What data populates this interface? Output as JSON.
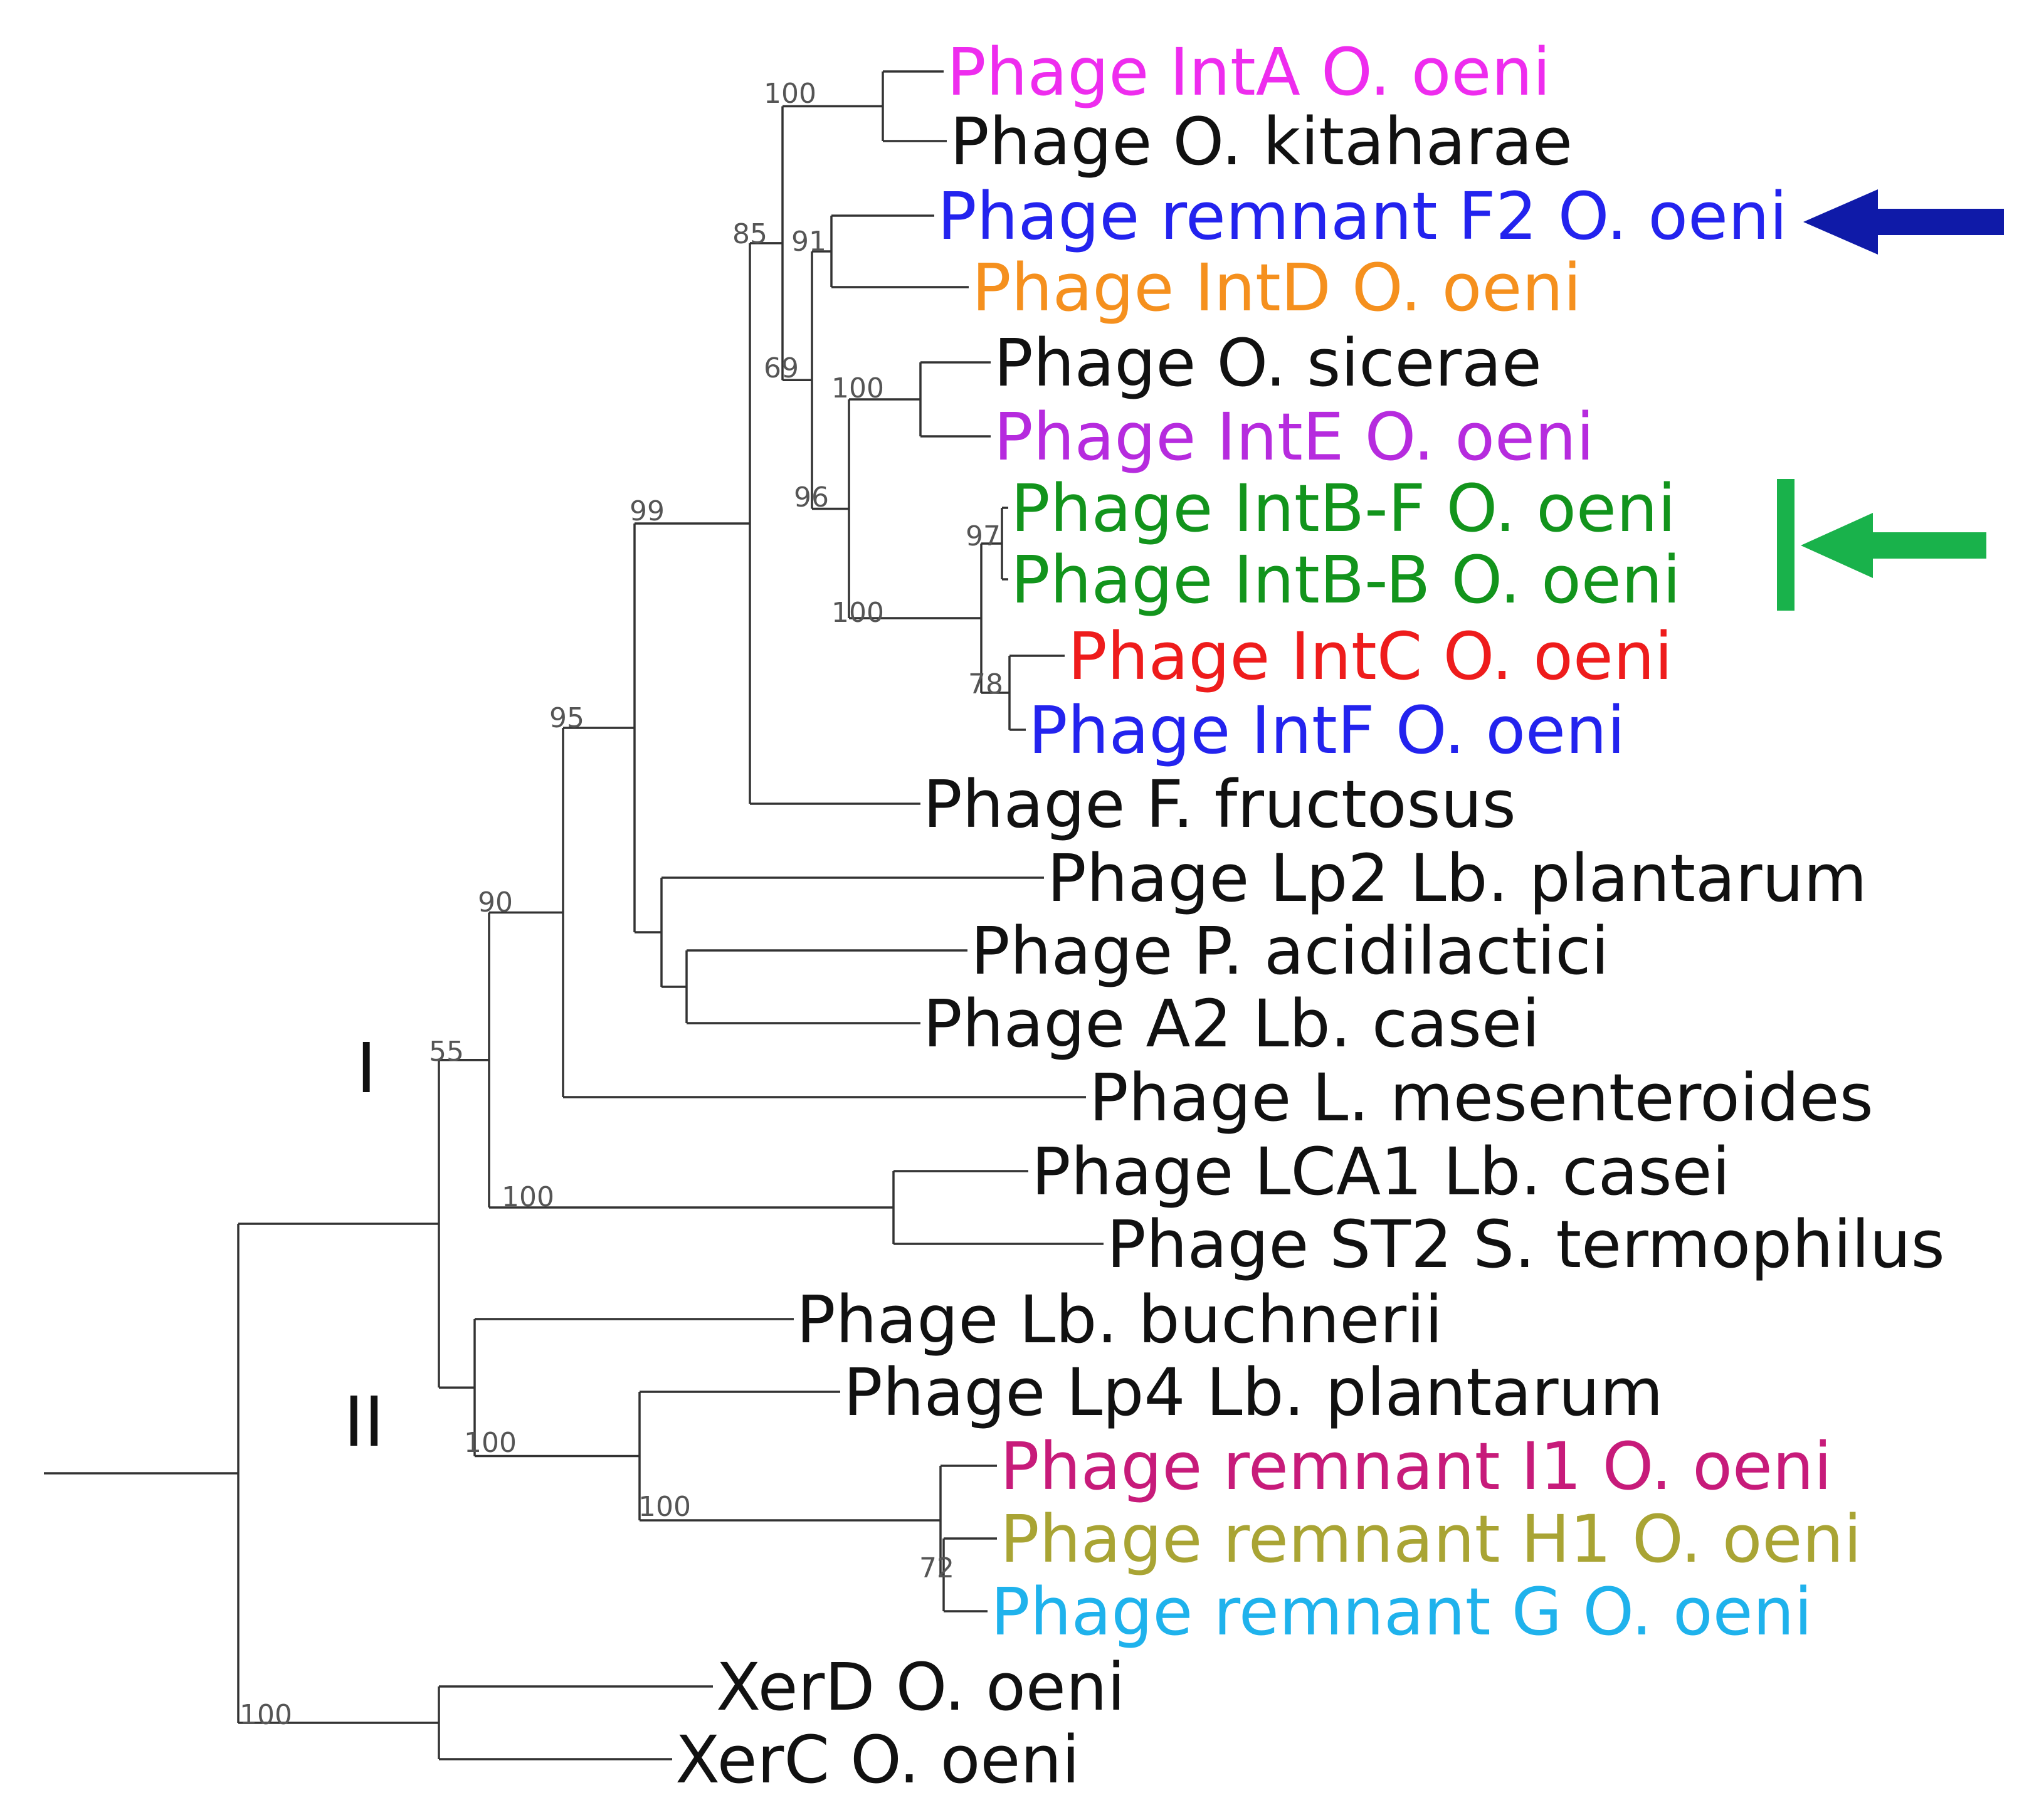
{
  "colors": {
    "branch": "#333333",
    "black": "#111111",
    "magenta": "#ee2cee",
    "blue": "#2323ee",
    "orange": "#f5901e",
    "purple": "#b62bde",
    "green": "#12941c",
    "red": "#ee1c1c",
    "crimson": "#c71b7a",
    "olive": "#a9a434",
    "cyan": "#1fb2ec",
    "arrow_blue": "#0f1aa8",
    "arrow_green": "#19b24b"
  },
  "leaves": [
    {
      "label": "Phage IntA O. oeni",
      "color": "magenta"
    },
    {
      "label": "Phage O. kitaharae",
      "color": "black"
    },
    {
      "label": "Phage remnant F2 O. oeni",
      "color": "blue"
    },
    {
      "label": "Phage IntD O. oeni",
      "color": "orange"
    },
    {
      "label": "Phage O. sicerae",
      "color": "black"
    },
    {
      "label": "Phage IntE O. oeni",
      "color": "purple"
    },
    {
      "label": "Phage IntB-F O. oeni",
      "color": "green"
    },
    {
      "label": "Phage IntB-B O. oeni",
      "color": "green"
    },
    {
      "label": "Phage IntC O. oeni",
      "color": "red"
    },
    {
      "label": "Phage IntF O. oeni",
      "color": "blue"
    },
    {
      "label": "Phage F. fructosus",
      "color": "black"
    },
    {
      "label": "Phage Lp2 Lb. plantarum",
      "color": "black"
    },
    {
      "label": "Phage P. acidilactici",
      "color": "black"
    },
    {
      "label": "Phage A2 Lb. casei",
      "color": "black"
    },
    {
      "label": "Phage L. mesenteroides",
      "color": "black"
    },
    {
      "label": "Phage LCA1 Lb. casei",
      "color": "black"
    },
    {
      "label": "Phage ST2 S. termophilus",
      "color": "black"
    },
    {
      "label": "Phage Lb. buchnerii",
      "color": "black"
    },
    {
      "label": "Phage Lp4 Lb. plantarum",
      "color": "black"
    },
    {
      "label": "Phage remnant I1 O. oeni",
      "color": "crimson"
    },
    {
      "label": "Phage remnant H1 O. oeni",
      "color": "olive"
    },
    {
      "label": "Phage remnant G O. oeni",
      "color": "cyan"
    },
    {
      "label": "XerD O. oeni",
      "color": "black"
    },
    {
      "label": "XerC O. oeni",
      "color": "black"
    }
  ],
  "bootstrap": {
    "root": "100",
    "cladeI": "55",
    "n90": "90",
    "n95": "95",
    "n99": "99",
    "n85": "85",
    "n100a": "100",
    "n69": "69",
    "n91": "91",
    "n96": "96",
    "n100e": "100",
    "n100b": "100",
    "n97": "97",
    "n78": "78",
    "n100lca": "100",
    "cladeII": "100",
    "n100lp4": "100",
    "n72": "72",
    "xer": "100"
  },
  "clades": {
    "one": "I",
    "two": "II"
  }
}
